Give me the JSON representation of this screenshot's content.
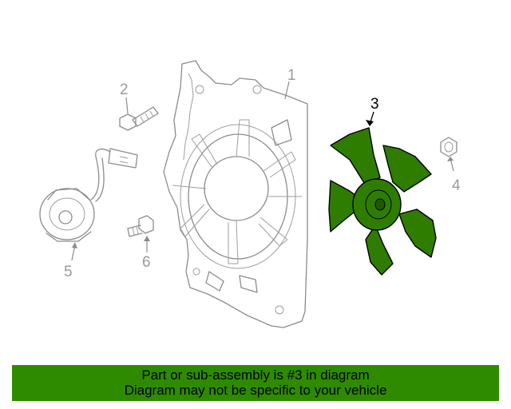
{
  "diagram": {
    "callouts": [
      {
        "id": "1",
        "label": "1"
      },
      {
        "id": "2",
        "label": "2"
      },
      {
        "id": "3",
        "label": "3",
        "highlighted": true
      },
      {
        "id": "4",
        "label": "4"
      },
      {
        "id": "5",
        "label": "5"
      },
      {
        "id": "6",
        "label": "6"
      }
    ],
    "highlight_color": "#2e7d00",
    "line_color": "#8c8c8c"
  },
  "banner": {
    "line1": "Part or sub-assembly is #3 in diagram",
    "line2": "Diagram may not be specific to your vehicle",
    "background": "#2e8b00"
  }
}
